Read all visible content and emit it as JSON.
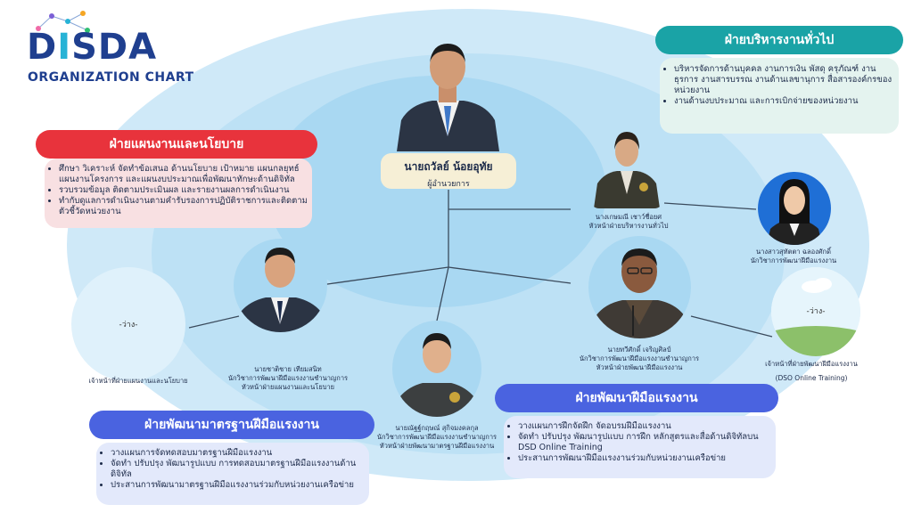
{
  "logo": {
    "word_prefix": "D",
    "word_accent": "I",
    "word_rest": "SDA",
    "subtitle": "ORGANIZATION CHART"
  },
  "director": {
    "name": "นายถวัลย์ น้อยอุทัย",
    "title": "ผู้อำนวยการ"
  },
  "people": {
    "general_head": {
      "name": "นางเกษมณี เชาว์ชื่อยศ",
      "title": "หัวหน้าฝ่ายบริหารงานทั่วไป"
    },
    "general_staff": {
      "name": "นางสาวสุทัตตา ฉลองศักดิ์",
      "title": "นักวิชาการพัฒนาฝีมือแรงงาน"
    },
    "skill_head": {
      "name": "นายทวีศักดิ์ เจริญศิลป์",
      "title1": "นักวิชาการพัฒนาฝีมือแรงงานชำนาญการ",
      "title2": "หัวหน้าฝ่ายพัฒนาฝีมือแรงงาน"
    },
    "dso_vacant": {
      "label": "-ว่าง-",
      "title": "เจ้าหน้าที่ฝ่ายพัฒนาฝีมือแรงงาน",
      "subtitle": "(DSO Online Training)"
    },
    "plan_head": {
      "name": "นายชาติชาย เทียมสนิท",
      "title1": "นักวิชาการพัฒนาฝีมือแรงงานชำนาญการ",
      "title2": "หัวหน้าฝ่ายแผนงานและนโยบาย"
    },
    "plan_vacant": {
      "label": "-ว่าง-",
      "title": "เจ้าหน้าที่ฝ่ายแผนงานและนโยบาย"
    },
    "standard_head": {
      "name": "นายณัฐฐ์กฤษณ์ สุกิจมงคลกุล",
      "title1": "นักวิชาการพัฒนาฝีมือแรงงานชำนาญการ",
      "title2": "หัวหน้าฝ่ายพัฒนามาตรฐานฝีมือแรงงาน"
    }
  },
  "divisions": {
    "general": {
      "title": "ฝ่ายบริหารงานทั่วไป",
      "color": "#1aa3a6",
      "items": [
        "บริหารจัดการด้านบุคคล งานการเงิน พัสดุ ครุภัณฑ์ งานธุรการ งานสารบรรณ งานด้านเลขานุการ สื่อสารองค์กรของหน่วยงาน",
        "งานด้านงบประมาณ และการเบิกจ่ายของหน่วยงาน"
      ]
    },
    "plan": {
      "title": "ฝ่ายแผนงานและนโยบาย",
      "color": "#e8333c",
      "items": [
        "ศึกษา วิเคราะห์ จัดทำข้อเสนอ ด้านนโยบาย เป้าหมาย แผนกลยุทธ์ แผนงานโครงการ และแผนงบประมาณเพื่อพัฒนาทักษะด้านดิจิทัล",
        "รวบรวมข้อมูล ติดตามประเมินผล และรายงานผลการดำเนินงาน",
        "ทำกับดูแลการดำเนินงานตามคำรับรองการปฏิบัติราชการและติดตามตัวชี้วัดหน่วยงาน"
      ]
    },
    "standard": {
      "title": "ฝ่ายพัฒนามาตรฐานฝีมือแรงงาน",
      "color": "#4a63e0",
      "items": [
        "วางแผนการจัดทดสอบมาตรฐานฝีมือแรงงาน",
        "จัดทำ ปรับปรุง พัฒนารูปแบบ การทดสอบมาตรฐานฝีมือแรงงานด้านดิจิทัล",
        "ประสานการพัฒนามาตรฐานฝีมือแรงงานร่วมกับหน่วยงานเครือข่าย"
      ]
    },
    "skill": {
      "title": "ฝ่ายพัฒนาฝีมือแรงงาน",
      "color": "#4a63e0",
      "items": [
        "วางแผนการฝึกจัดฝึก จัดอบรมฝีมือแรงงาน",
        "จัดทำ ปรับปรุง พัฒนารูปแบบ การฝึก หลักสูตรและสื่อด้านดิจิทัลบน DSD Online Training",
        "ประสานการพัฒนาฝีมือแรงงานร่วมกับหน่วยงานเครือข่าย"
      ]
    }
  }
}
